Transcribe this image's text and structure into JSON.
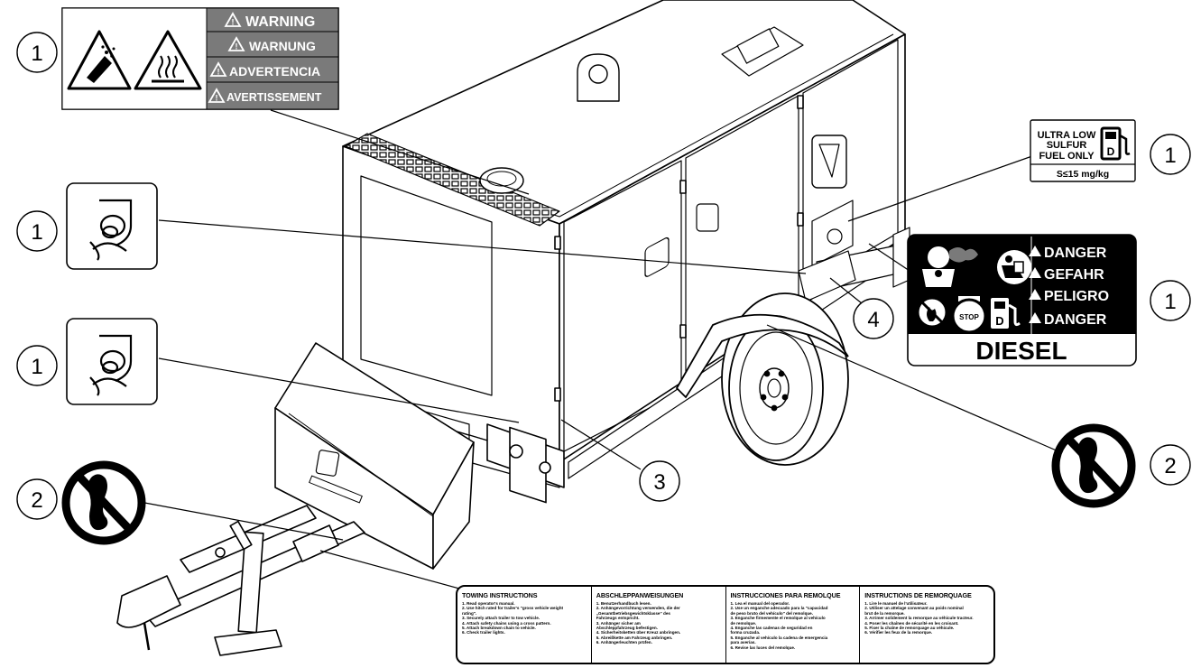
{
  "callouts": {
    "c1_top_left": "1",
    "c1_fuel": "1",
    "c1_mid_left": "1",
    "c1_danger": "1",
    "c1_low_left": "1",
    "c2_left": "2",
    "c2_right": "2",
    "c3": "3",
    "c4": "4"
  },
  "warning_label": {
    "lines": [
      "WARNING",
      "WARNUNG",
      "ADVERTENCIA",
      "AVERTISSEMENT"
    ]
  },
  "fuel_label": {
    "line1": "ULTRA LOW",
    "line2": "SULFUR",
    "line3": "FUEL ONLY",
    "spec": "S≤15 mg/kg"
  },
  "danger_label": {
    "lines": [
      "DANGER",
      "GEFAHR",
      "PELIGRO",
      "DANGER"
    ],
    "stop_text": "STOP",
    "fuel_letter": "D",
    "footer": "DIESEL"
  },
  "towing": {
    "columns": [
      {
        "title": "TOWING INSTRUCTIONS",
        "items": [
          "1. Read operator's manual.",
          "2. Use hitch rated for trailer's \"gross vehicle weight",
          "   rating\".",
          "3. Securely attach trailer to tow vehicle.",
          "4. Attach safety chains using a cross pattern.",
          "5. Attach breakdown chain to vehicle.",
          "6. Check trailer lights."
        ]
      },
      {
        "title": "ABSCHLEPPANWEISUNGEN",
        "items": [
          "1. Benutzerhandbuch lesen.",
          "2. Anhängevorrichtung verwenden, die der",
          "   „Gesamtbetriebsgewichtsklasse“ des",
          "   Fahrzeugs entspricht.",
          "3. Anhänger sicher am",
          "   Abschleppfahrzeug befestigen.",
          "4. Sicherheitsketten über Kreuz anbringen.",
          "5. Abreißkette am Fahrzeug anbringen.",
          "6. Anhängerleuchten prüfen."
        ]
      },
      {
        "title": "INSTRUCCIONES PARA REMOLQUE",
        "items": [
          "1. Lea el manual del operador.",
          "2. Use un enganche adecuado para la \"capacidad",
          "   de peso bruto del vehículo\" del remolque.",
          "3. Enganche firmemente el remolque al vehículo",
          "   de remolque.",
          "4. Enganche las cadenas de seguridad en",
          "   forma cruzada.",
          "5. Enganche al vehículo la cadena de emergencia",
          "   para averías.",
          "6. Revise las luces del remolque."
        ]
      },
      {
        "title": "INSTRUCTIONS DE REMORQUAGE",
        "items": [
          "1. Lire le manuel de l'utilisateur.",
          "2. Utiliser un attelage convenant au poids nominal",
          "   brut de la remorque.",
          "3. Arrimer solidement la remorque au véhicule tracteur.",
          "4. Poser les chaînes de sécurité en les croisant.",
          "5. Fixer la chaîne de remorquage au véhicule.",
          "6. Vérifier les feux de la remorque."
        ]
      }
    ]
  }
}
